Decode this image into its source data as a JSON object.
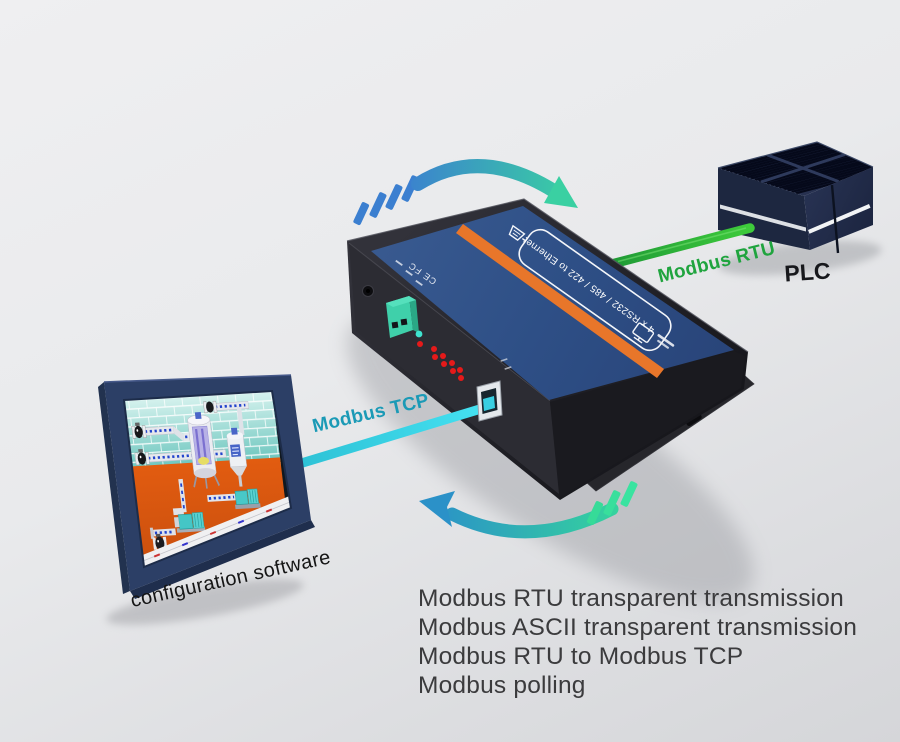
{
  "device": {
    "top_label": "4 x RS232 / 485 / 422 to Ethernet",
    "cert_marks": "CE FC",
    "top_color": "#2e4f86",
    "stripe_color": "#e8762a"
  },
  "plc": {
    "label": "PLC",
    "body_color": "#222c46"
  },
  "links": {
    "rtu": {
      "label": "Modbus RTU",
      "label_color": "#1fa43e",
      "cable_color": "#2fb13c"
    },
    "tcp": {
      "label": "Modbus TCP",
      "label_color": "#1b9ab6",
      "cable_color": "#38d4e6"
    }
  },
  "monitor": {
    "caption": "configuration software",
    "frame_color": "#2c3f66"
  },
  "arrows": {
    "top": {
      "start_color": "#3b7fd0",
      "end_color": "#3ad0a2"
    },
    "bottom": {
      "start_color": "#36db98",
      "end_color": "#2b91c8"
    }
  },
  "features": {
    "items": [
      "Modbus RTU transparent transmission",
      "Modbus ASCII transparent transmission",
      "Modbus RTU to Modbus TCP",
      "Modbus polling"
    ]
  }
}
